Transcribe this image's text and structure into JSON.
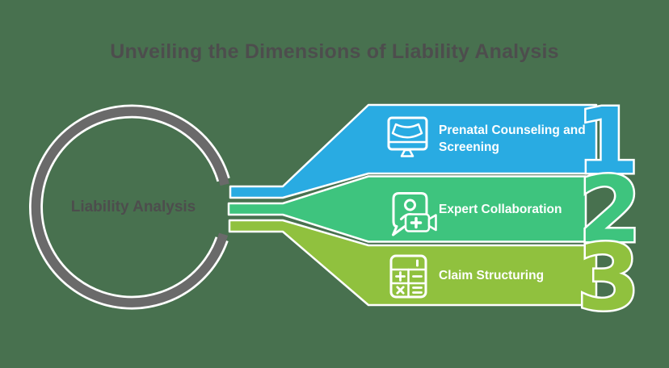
{
  "title": "Unveiling the Dimensions of Liability Analysis",
  "center": {
    "label": "Liability Analysis"
  },
  "steps": [
    {
      "number": "1",
      "label": "Prenatal Counseling and Screening",
      "color": "#29ABE2",
      "icon": "ultrasound-monitor-icon"
    },
    {
      "number": "2",
      "label": "Expert Collaboration",
      "color": "#3EC47E",
      "icon": "telehealth-consultation-icon"
    },
    {
      "number": "3",
      "label": "Claim Structuring",
      "color": "#90C13E",
      "icon": "calculator-icon"
    }
  ],
  "colors": {
    "background": "#48714F",
    "ring": "#6A6A6A",
    "ring_outline": "#FFFFFF",
    "title_text": "#4D4D4D",
    "banner_text": "#FFFFFF",
    "step1": "#29ABE2",
    "step2": "#3EC47E",
    "step3": "#90C13E"
  }
}
